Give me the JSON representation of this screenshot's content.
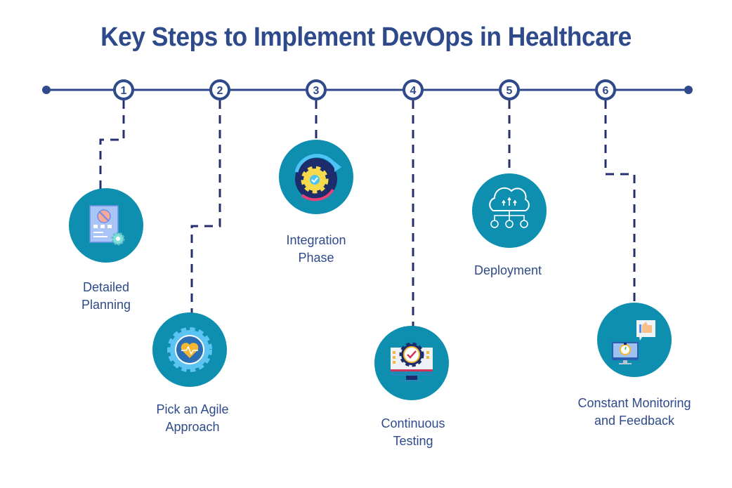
{
  "title": "Key Steps to Implement DevOps in Healthcare",
  "colors": {
    "title": "#2e4a8a",
    "timeline": "#2e4a8a",
    "connector": "#27306e",
    "circle_fill": "#0e8fb0",
    "label": "#2e4a8a"
  },
  "timeline": {
    "start_dot": true,
    "end_dot": true
  },
  "steps": [
    {
      "number": "1",
      "label": "Detailed\nPlanning",
      "icon": "planning-document-gear-icon"
    },
    {
      "number": "2",
      "label": "Pick an Agile\nApproach",
      "icon": "gear-heart-cycle-icon"
    },
    {
      "number": "3",
      "label": "Integration\nPhase",
      "icon": "gear-check-arrow-icon"
    },
    {
      "number": "4",
      "label": "Continuous\nTesting",
      "icon": "monitor-gear-check-icon"
    },
    {
      "number": "5",
      "label": "Deployment",
      "icon": "cloud-network-upload-icon"
    },
    {
      "number": "6",
      "label": "Constant Monitoring\nand Feedback",
      "icon": "monitor-stopwatch-thumbs-up-icon"
    }
  ]
}
